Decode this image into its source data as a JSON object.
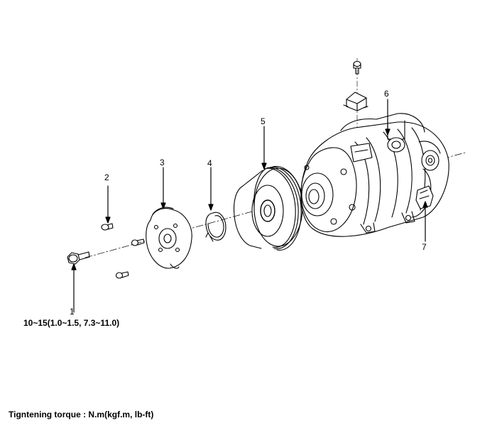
{
  "callouts": [
    "1",
    "2",
    "3",
    "4",
    "5",
    "6",
    "7"
  ],
  "torque_spec": "10~15(1.0~1.5, 7.3~11.0)",
  "footer_note": "Tigntening torque : N.m(kgf.m, lb-ft)"
}
